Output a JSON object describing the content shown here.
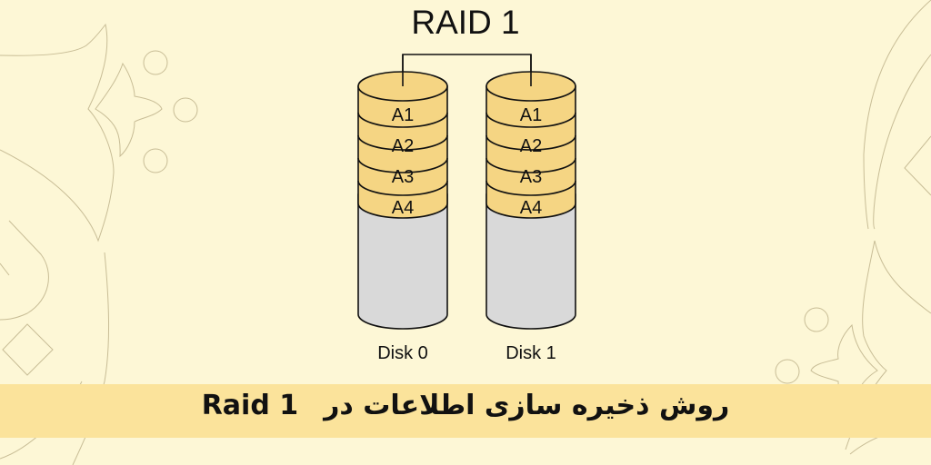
{
  "diagram": {
    "title": "RAID 1",
    "disks": [
      {
        "label": "Disk 0",
        "blocks": [
          "A1",
          "A2",
          "A3",
          "A4"
        ]
      },
      {
        "label": "Disk 1",
        "blocks": [
          "A1",
          "A2",
          "A3",
          "A4"
        ]
      }
    ],
    "colors": {
      "background": "#fdf7d6",
      "band": "#fbe39b",
      "block_fill": "#f5d583",
      "empty_fill": "#d9d9d9",
      "outline": "#111111",
      "decoration_stroke": "#c8bd96"
    }
  },
  "caption": {
    "persian": "روش ذخیره سازی اطلاعات در",
    "english": "Raid 1"
  }
}
